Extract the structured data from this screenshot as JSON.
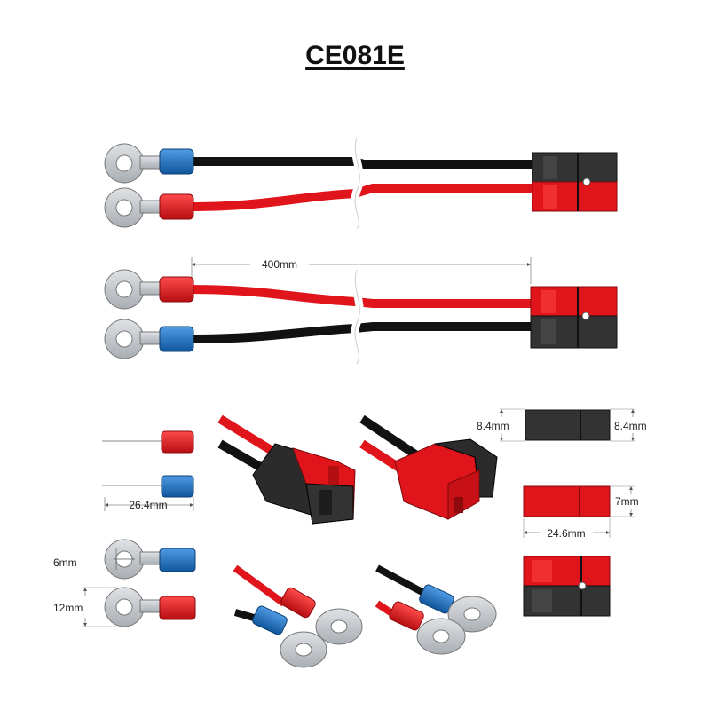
{
  "title": "CE081E",
  "dimensions": {
    "cable_length": "400mm",
    "ferrule_length": "26.4mm",
    "ring_hole": "6mm",
    "ring_outer": "12mm",
    "connector_height_left": "8.4mm",
    "connector_height_right": "8.4mm",
    "connector_half_height": "7mm",
    "connector_length": "24.6mm"
  },
  "colors": {
    "red": "#e0141b",
    "black": "#111111",
    "blue": "#1a6fc4",
    "ring_silver": "#c4c8cc",
    "connector_dark": "#2d2d2d"
  }
}
